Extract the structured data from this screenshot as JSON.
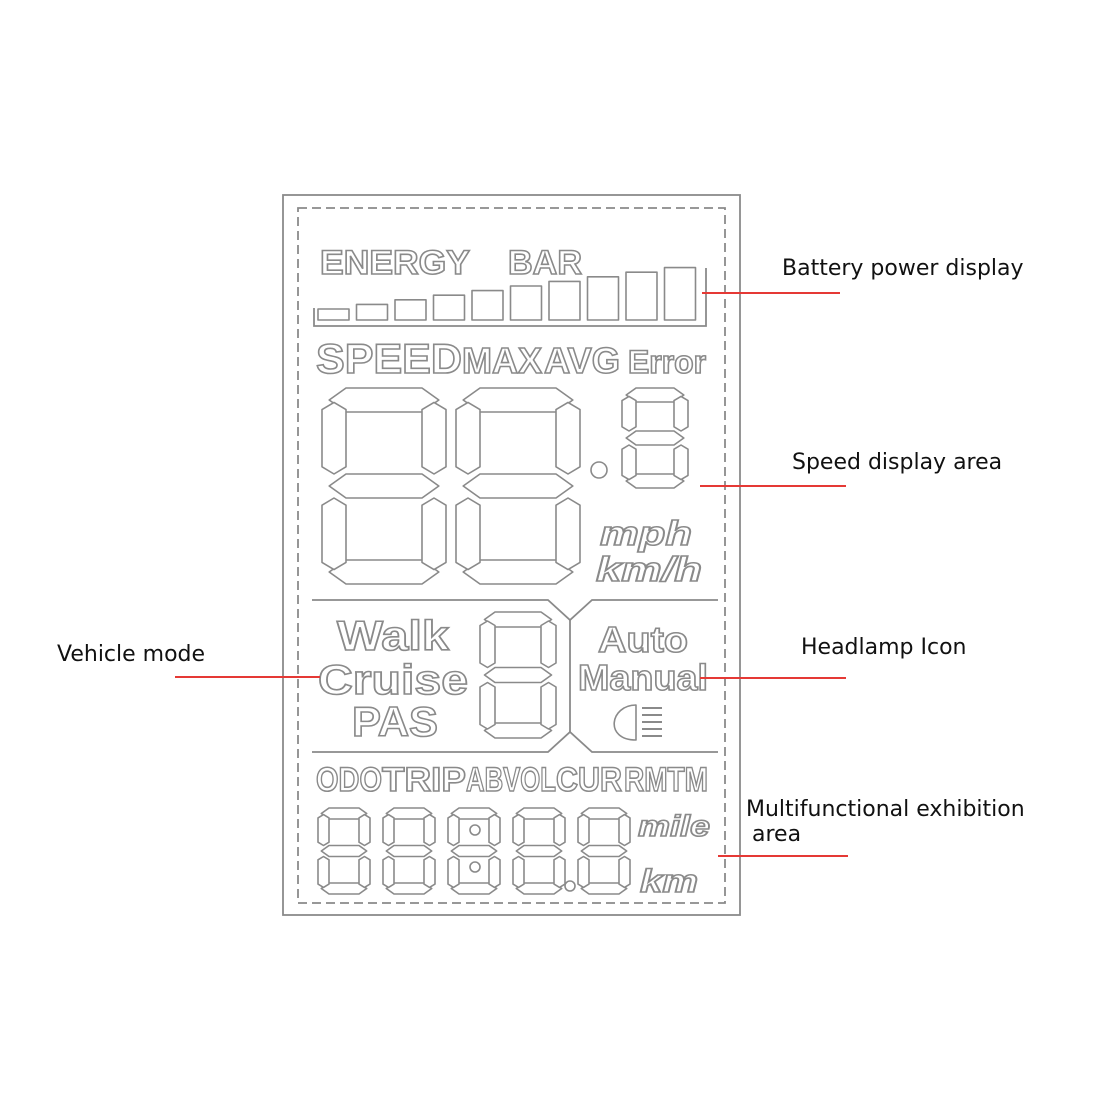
{
  "lcd": {
    "energy_label": "ENERGY",
    "bar_label": "BAR",
    "energy_segments": 10,
    "speed_row": [
      "SPEED",
      "MAX",
      "AVG",
      "Error"
    ],
    "speed_units": [
      "mph",
      "km/h"
    ],
    "modes": [
      "Walk",
      "Cruise",
      "PAS"
    ],
    "headlamp_modes": [
      "Auto",
      "Manual"
    ],
    "multi_row": [
      "ODO",
      "TRIP",
      "ABVOL",
      "CUR",
      "RMTM"
    ],
    "distance_units": [
      "mile",
      "km"
    ]
  },
  "callouts": {
    "battery": "Battery power display",
    "speed": "Speed display area",
    "vehicle_mode": "Vehicle mode",
    "headlamp": "Headlamp Icon",
    "multi_line1": "Multifunctional exhibition",
    "multi_line2": "area"
  },
  "colors": {
    "leader_line": "#e53935",
    "lcd_outline": "#8a8a8a",
    "text": "#111111"
  },
  "icons": [
    "headlamp-icon"
  ]
}
